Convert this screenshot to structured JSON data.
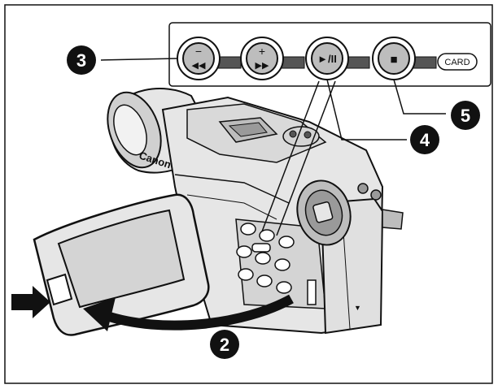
{
  "button_panel": {
    "buttons": [
      {
        "name": "rewind",
        "symbol": "◀◀",
        "prefix": "−"
      },
      {
        "name": "fast-forward",
        "symbol": "▶▶",
        "prefix": "+"
      },
      {
        "name": "play-pause",
        "symbol": "►/II"
      },
      {
        "name": "stop",
        "symbol": "■"
      }
    ],
    "card_label": "CARD"
  },
  "brand": "Canon",
  "callouts": [
    {
      "name": "callout-2",
      "number": "2"
    },
    {
      "name": "callout-3",
      "number": "3"
    },
    {
      "name": "callout-4",
      "number": "4"
    },
    {
      "name": "callout-5",
      "number": "5"
    }
  ],
  "colors": {
    "ink": "#111111",
    "panel_fill": "#ffffff",
    "button_gray": "#bdbdbd",
    "button_dark": "#555555",
    "camera_light": "#e6e6e6",
    "camera_mid": "#bdbdbd",
    "screen_gray": "#d4d4d4"
  }
}
